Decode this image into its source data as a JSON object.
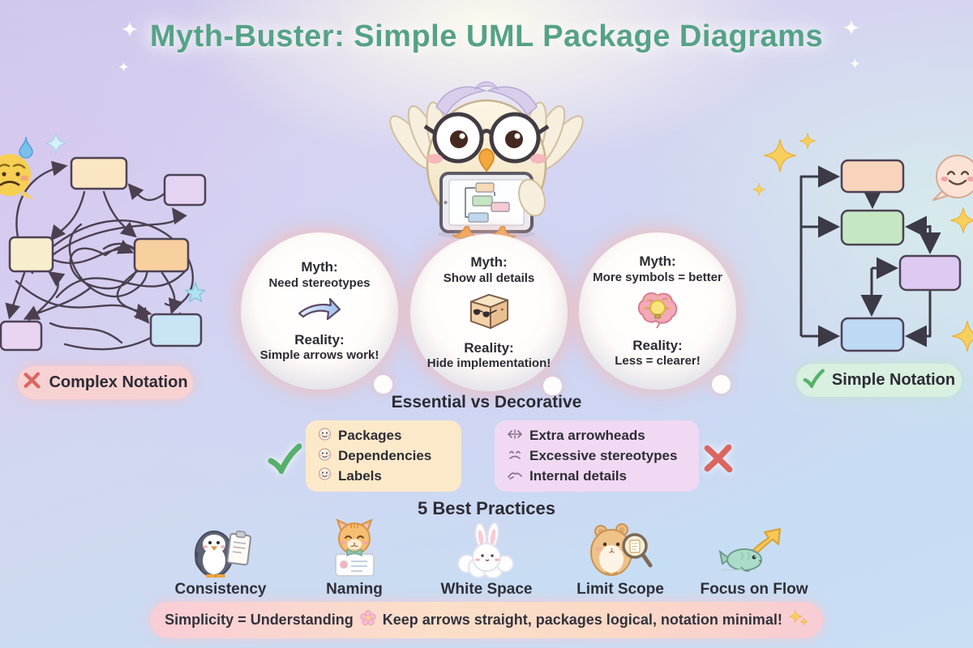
{
  "title": {
    "text": "Myth-Buster: Simple UML Package Diagrams"
  },
  "mascot": {
    "icon": "owl-with-tablet-icon"
  },
  "complex_side": {
    "icon": "cross-mark-icon",
    "caption": "Complex Notation"
  },
  "simple_side": {
    "icon": "check-mark-icon",
    "caption": "Simple Notation"
  },
  "bubbles": [
    {
      "myth_label": "Myth:",
      "myth_text": "Need stereotypes",
      "icon": "curved-arrow-icon",
      "reality_label": "Reality:",
      "reality_text": "Simple arrows work!"
    },
    {
      "myth_label": "Myth:",
      "myth_text": "Show all details",
      "icon": "package-box-sunglasses-icon",
      "reality_label": "Reality:",
      "reality_text": "Hide implementation!"
    },
    {
      "myth_label": "Myth:",
      "myth_text": "More symbols = better",
      "icon": "brain-lightbulb-icon",
      "reality_label": "Reality:",
      "reality_text": "Less = clearer!"
    }
  ],
  "essential_vs_decorative": {
    "heading": "Essential vs Decorative",
    "essential": {
      "marker_icon": "check-mark-icon",
      "items": [
        {
          "icon": "smiley-face-icon",
          "label": "Packages"
        },
        {
          "icon": "smiley-face-icon",
          "label": "Dependencies"
        },
        {
          "icon": "smiley-face-icon",
          "label": "Labels"
        }
      ]
    },
    "decorative": {
      "marker_icon": "cross-mark-icon",
      "items": [
        {
          "icon": "extra-arrowheads-icon",
          "label": "Extra arrowheads"
        },
        {
          "icon": "sad-face-icon",
          "label": "Excessive stereotypes"
        },
        {
          "icon": "scribble-details-icon",
          "label": "Internal details"
        }
      ]
    }
  },
  "best_practices": {
    "heading": "5 Best Practices",
    "items": [
      {
        "icon": "penguin-clipboard-icon",
        "label": "Consistency"
      },
      {
        "icon": "cat-name-card-icon",
        "label": "Naming"
      },
      {
        "icon": "bunny-cloud-icon",
        "label": "White Space"
      },
      {
        "icon": "hamster-magnifier-icon",
        "label": "Limit Scope"
      },
      {
        "icon": "fish-growth-arrow-icon",
        "label": "Focus on Flow"
      }
    ]
  },
  "footer": {
    "part1": "Simplicity = Understanding",
    "flower_icon": "cherry-blossom-icon",
    "part2": "Keep arrows straight, packages logical, notation minimal!",
    "sparkle_icon": "sparkles-icon"
  },
  "colors": {
    "title_green": "#56a287",
    "check_green": "#55b06a",
    "cross_red": "#dc6560",
    "bubble_rim_pink": "#f8cfc9",
    "essential_box_bg": "#fce9c9",
    "decorative_box_bg": "#f1d9f3",
    "complex_pill_bg": "#fad1d0",
    "simple_pill_bg": "#d9f0df",
    "footer_pink": "#f9cdd6",
    "footer_peach": "#fbdfc9"
  }
}
